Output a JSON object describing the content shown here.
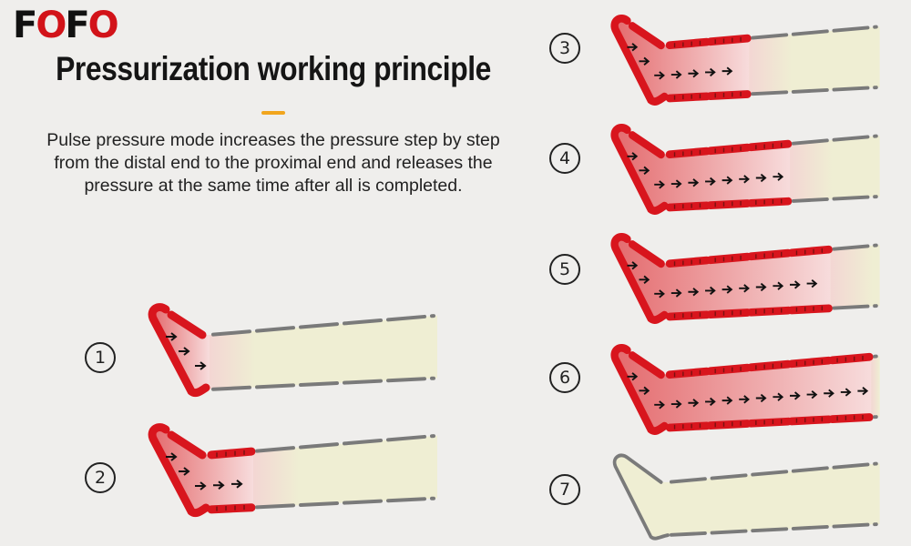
{
  "brand": {
    "logo_text_a": "F",
    "logo_text_b": "O",
    "logo_text_c": "F",
    "logo_text_d": "O"
  },
  "title": "Pressurization working principle",
  "description": [
    "Pulse pressure mode increases the pressure step by step",
    "from the distal end to the proximal end and releases the",
    "pressure at the same time after all is completed."
  ],
  "steps": [
    {
      "label": "1",
      "active_chambers": 1
    },
    {
      "label": "2",
      "active_chambers": 2
    },
    {
      "label": "3",
      "active_chambers": 3
    },
    {
      "label": "4",
      "active_chambers": 4
    },
    {
      "label": "5",
      "active_chambers": 5
    },
    {
      "label": "6",
      "active_chambers": 6
    },
    {
      "label": "7",
      "active_chambers": 0
    }
  ],
  "colors": {
    "pressure_red": "#d8151d",
    "leg_fill": "#efeed3",
    "outline_gray": "#7a7a7a",
    "accent": "#f1a51d"
  },
  "icons": {
    "arrow": "arrow-right-icon"
  }
}
